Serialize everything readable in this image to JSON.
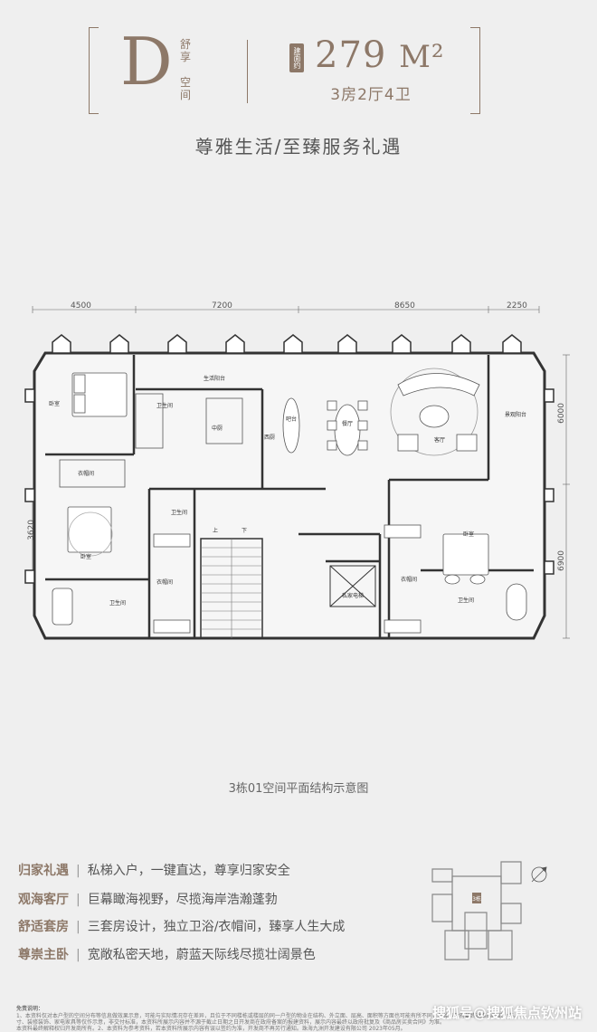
{
  "header": {
    "unit_letter": "D",
    "unit_tag": [
      "舒享",
      "空间"
    ],
    "area_badge": "建面约",
    "area_value": "279",
    "area_unit": "M²",
    "rooms": "3房2厅4卫"
  },
  "slogan": "尊雅生活/至臻服务礼遇",
  "dimensions": {
    "top": [
      "4500",
      "7200",
      "8650",
      "2250"
    ],
    "right": [
      "6000",
      "6900"
    ],
    "left": [
      "3620"
    ]
  },
  "rooms": {
    "bedroom_west": "卧室",
    "bedroom_sw": "卧室",
    "bedroom_east": "卧室",
    "closet_1": "衣帽间",
    "closet_2": "衣帽间",
    "closet_3": "衣帽间",
    "bath_1": "卫生间",
    "bath_2": "卫生间",
    "bath_3": "卫生间",
    "bath_4": "卫生间",
    "balcony_service": "生活阳台",
    "kitchen_mid": "中厨",
    "kitchen_west": "西厨",
    "bar": "吧台",
    "dining": "餐厅",
    "living": "客厅",
    "balcony_view": "景观阳台",
    "elevator": "私家电梯",
    "stair_up": "上",
    "stair_down": "下"
  },
  "caption": "3栋01空间平面结构示意图",
  "features": [
    {
      "key": "归家礼遇",
      "text": "私梯入户，一键直达，尊享归家安全"
    },
    {
      "key": "观海客厅",
      "text": "巨幕瞰海视野，尽揽海岸浩瀚蓬勃"
    },
    {
      "key": "舒适套房",
      "text": "三套房设计，独立卫浴/衣帽间，臻享人生大成"
    },
    {
      "key": "尊崇主卧",
      "text": "宽敞私密天地，蔚蓝天际线尽揽壮阔景色"
    }
  ],
  "keyplan_label": "3栋",
  "footer": {
    "title": "免责说明：",
    "line1": "1、本资料仅对本户型的空间分布等信息做效果示意，可能与实际情况存在差异，且位于不同楼栋或楼层的同一户型的物业在结构、外立面、层高、面积等方面也可能有所不同，具体以政府最终批准的图纸为准。",
    "line2": "寸、装修装饰、家电家具等仅作示意，非交付标准，本资料所展示内容并不源于截止日期之日开发商在政府备案的报建资料，展示内容最终以政府批复及《商品房买卖合同》为准。",
    "line3": "本资料最终解释权归开发商所有。2、本资料为参考资料，若本资料所展示内容有误以签约为准，开发商不再另行通知。珠海九洲开发建设有限公司  2023年05月。"
  },
  "watermark": "搜狐号@搜狐焦点钦州站",
  "colors": {
    "accent": "#8d7868",
    "background": "#efefef"
  }
}
